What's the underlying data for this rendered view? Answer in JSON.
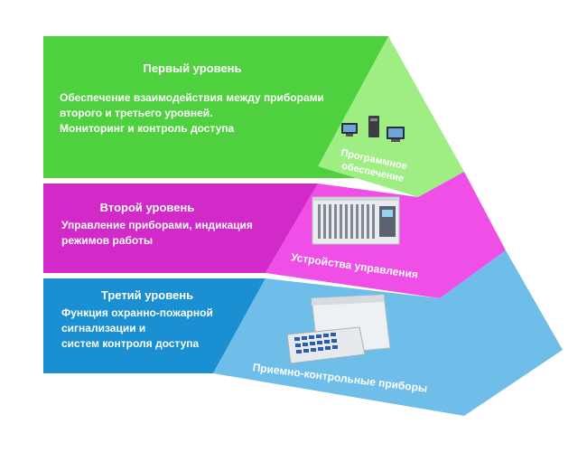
{
  "colors": {
    "level1_band": "#4fd13f",
    "level1_face": "#9eee84",
    "level2_band": "#d22ac8",
    "level2_face": "#ef4fe6",
    "level3_band": "#1a8fd1",
    "level3_face": "#6fbde9"
  },
  "levels": [
    {
      "title": "Первый уровень",
      "desc_lines": [
        "Обеспечение взаимодействия между приборами",
        "второго и третьего уровней.",
        "Мониторинг и контроль доступа"
      ],
      "face_label_lines": [
        "Программное",
        "обеспечение"
      ],
      "illustration": "computer-workstations-icon"
    },
    {
      "title": "Второй уровень",
      "desc_lines": [
        "Управление приборами, индикация",
        "режимов работы"
      ],
      "face_label_lines": [
        "Устройства управления"
      ],
      "illustration": "control-panel-device-icon"
    },
    {
      "title": "Третий уровень",
      "desc_lines": [
        "Функция охранно-пожарной",
        "сигнализации и",
        "систем контроля доступа"
      ],
      "face_label_lines": [
        "Приемно-контрольные приборы"
      ],
      "illustration": "alarm-control-unit-icon"
    }
  ]
}
